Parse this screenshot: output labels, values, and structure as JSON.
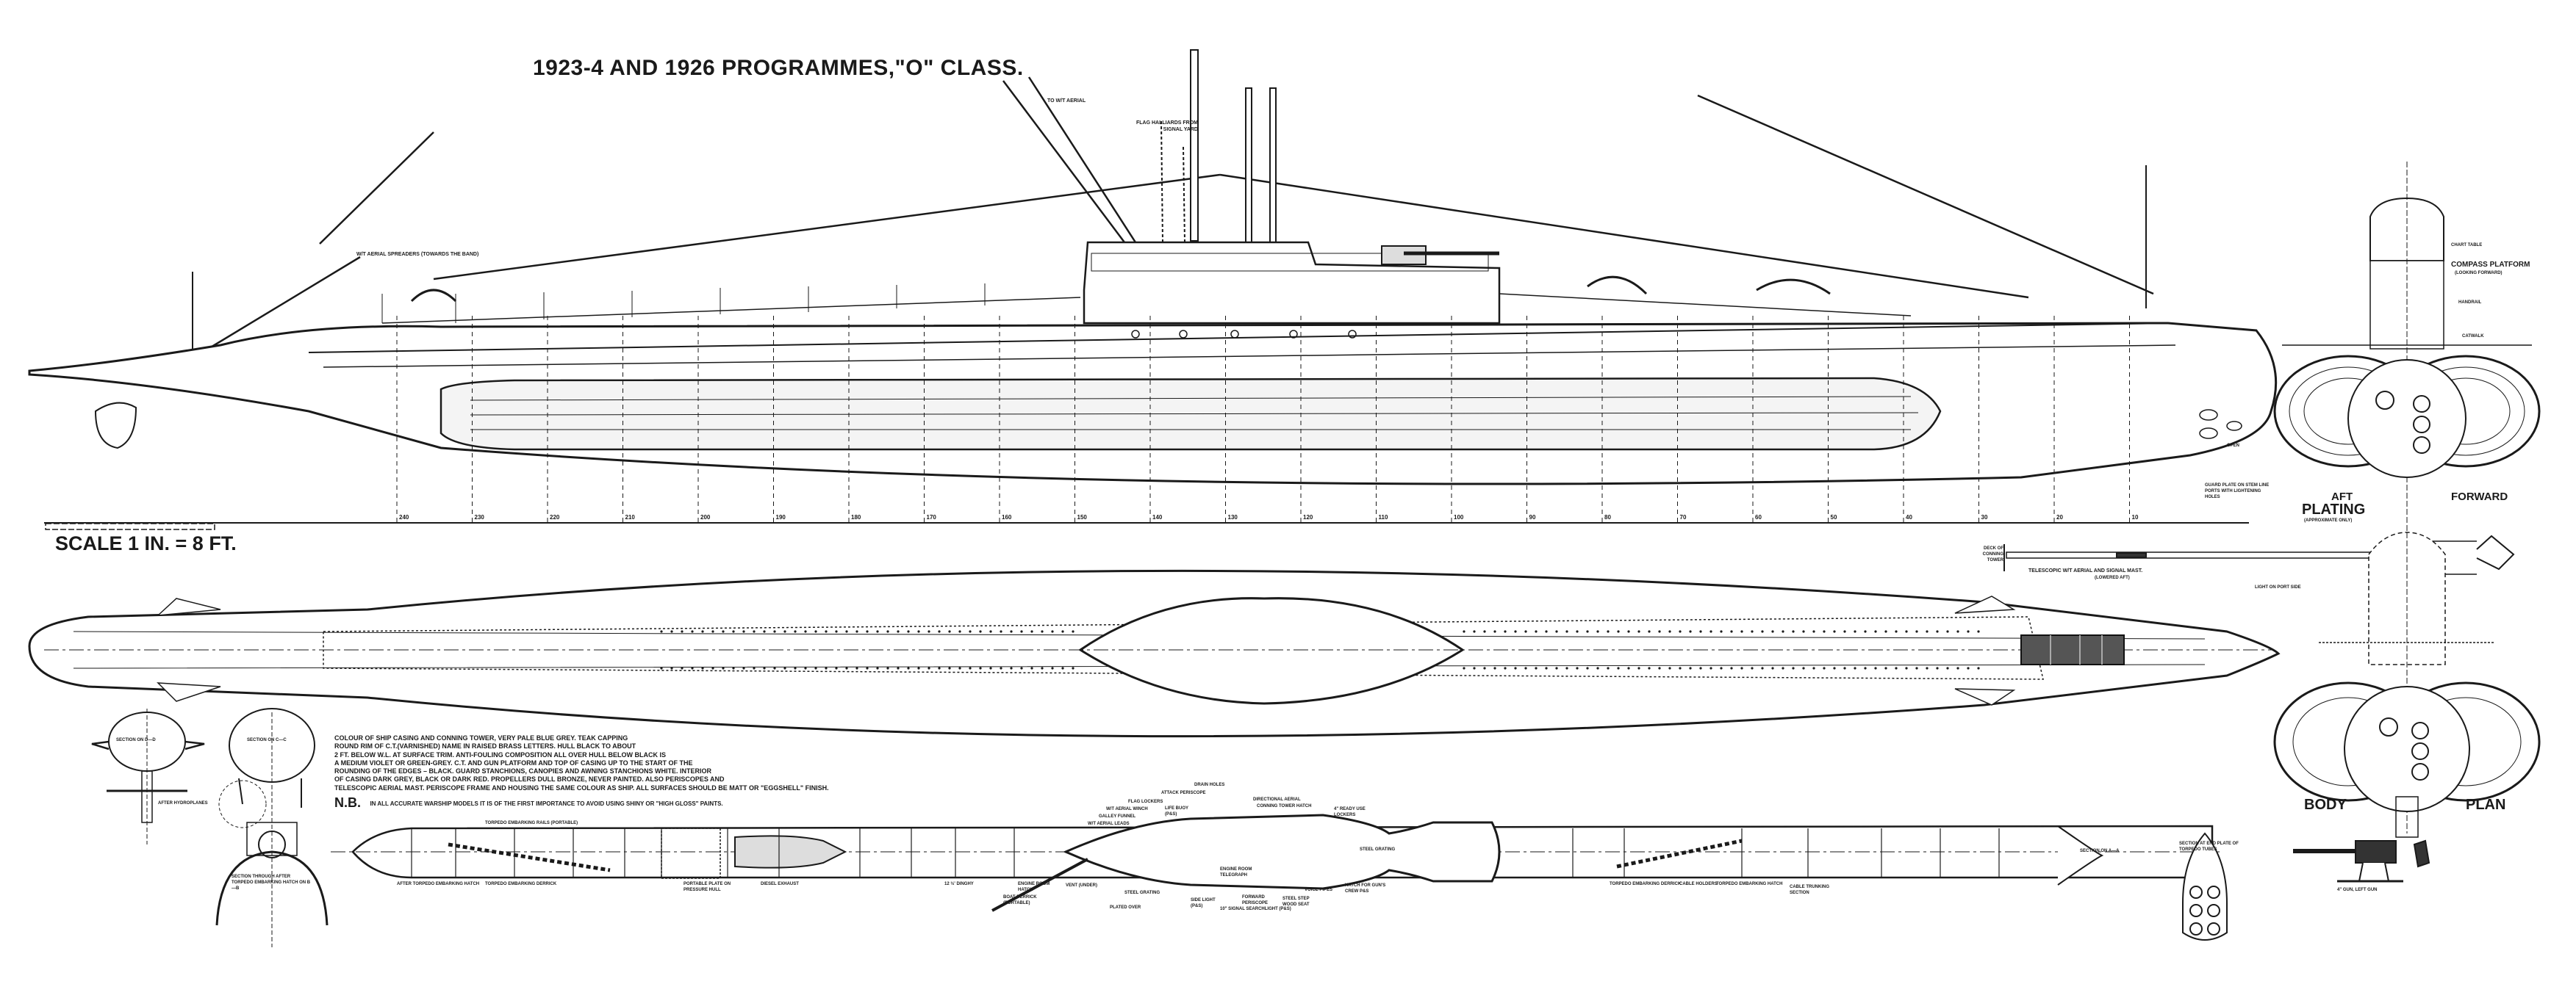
{
  "title": "1923-4 AND 1926 PROGRAMMES,\"O\" CLASS.",
  "scale": "SCALE 1 IN. = 8 FT.",
  "colors": {
    "ink": "#1a1a1a",
    "paper": "#ffffff",
    "hull_fill": "#f4f4f4"
  },
  "stations": [
    "240",
    "230",
    "220",
    "210",
    "200",
    "190",
    "180",
    "170",
    "160",
    "150",
    "140",
    "130",
    "120",
    "110",
    "100",
    "90",
    "80",
    "70",
    "60",
    "50",
    "40",
    "30",
    "20",
    "10"
  ],
  "profile_labels": {
    "wt_aerial_spreaders": "W/T AERIAL SPREADERS (TOWARDS THE BAND)",
    "to_wt_aerial": "TO W/T AERIAL",
    "flag_halliards": "FLAG HALLIARDS FROM SIGNAL YARD",
    "guard_plate": "GUARD PLATE ON STEM LINE PORTS WITH LIGHTENING HOLES",
    "open": "OPEN"
  },
  "mast": {
    "label": "TELESCOPIC W/T AERIAL AND SIGNAL MAST.",
    "sublabel": "(LOWERED AFT)",
    "deck_label": "DECK OF CONNING TOWER",
    "light_label": "LIGHT ON PORT SIDE"
  },
  "end_view": {
    "chart_table": "CHART TABLE",
    "compass_platform": "COMPASS PLATFORM",
    "compass_sub": "(LOOKING FORWARD)",
    "handrail": "HANDRAIL",
    "catwalk": "CATWALK",
    "aft": "AFT",
    "forward": "FORWARD",
    "plating": "PLATING",
    "plating_sub": "(APPROXIMATE ONLY)",
    "body": "BODY",
    "plan": "PLAN"
  },
  "sections": {
    "d_d": "SECTION ON D—D",
    "c_c": "SECTION ON C—C",
    "b_b": "SECTION THROUGH AFTER TORPEDO EMBARKING HATCH ON B—B",
    "after_hydroplanes": "AFTER HYDROPLANES",
    "a_a": "SECTION ON A—A",
    "torpedo_tubes": "SECTION AT END PLATE OF TORPEDO TUBES",
    "gun": "4\" GUN, LEFT GUN"
  },
  "notes": [
    "COLOUR OF SHIP CASING AND CONNING TOWER, VERY PALE BLUE GREY. TEAK CAPPING",
    "ROUND RIM OF C.T.(VARNISHED) NAME IN RAISED BRASS LETTERS. HULL BLACK TO ABOUT",
    "2 FT. BELOW W.L. AT SURFACE TRIM. ANTI-FOULING COMPOSITION ALL OVER HULL BELOW BLACK IS",
    "A MEDIUM VIOLET OR GREEN-GREY. C.T. AND GUN PLATFORM AND TOP OF CASING UP TO THE START OF THE",
    "ROUNDING OF THE EDGES – BLACK. GUARD STANCHIONS, CANOPIES AND AWNING STANCHIONS WHITE. INTERIOR",
    "OF CASING DARK GREY, BLACK OR DARK RED. PROPELLERS DULL BRONZE, NEVER PAINTED. ALSO PERISCOPES AND",
    "TELESCOPIC AERIAL MAST. PERISCOPE FRAME AND HOUSING THE SAME COLOUR AS SHIP. ALL SURFACES SHOULD BE MATT OR \"EGGSHELL\" FINISH."
  ],
  "nb": {
    "head": "N.B.",
    "text": "IN ALL ACCURATE WARSHIP MODELS IT IS OF THE FIRST IMPORTANCE TO AVOID USING SHINY OR \"HIGH GLOSS\" PAINTS."
  },
  "deck_plan_labels": {
    "torpedo_rails": "TORPEDO EMBARKING RAILS (PORTABLE)",
    "after_hatch": "AFTER TORPEDO EMBARKING HATCH",
    "torpedo_derrick": "TORPEDO EMBARKING DERRICK",
    "portable_plate": "PORTABLE PLATE ON PRESSURE HULL",
    "diesel_exhaust": "DIESEL EXHAUST",
    "dinghy": "12 ½' DINGHY",
    "engine_room_hatch": "ENGINE ROOM HATCH",
    "boat_derrick": "BOAT DERRICK (PORTABLE)",
    "vent": "VENT (UNDER)",
    "steel_grating": "STEEL GRATING",
    "plated_over": "PLATED OVER",
    "side_light": "SIDE LIGHT (P&S)",
    "signal_searchlight": "10\" SIGNAL SEARCHLIGHT (P&S)",
    "forward_periscope": "FORWARD PERISCOPE",
    "engine_room_telegraph": "ENGINE ROOM TELEGRAPH",
    "dw_aerial_leads": "W/T AERIAL LEADS",
    "galley_funnel": "GALLEY FUNNEL",
    "wt_aerial_winch": "W/T AERIAL WINCH",
    "flag_lockers": "FLAG LOCKERS",
    "life_buoy": "LIFE BUOY (P&S)",
    "attack_periscope": "ATTACK PERISCOPE",
    "drain_holes": "DRAIN HOLES",
    "directional_aerial": "DIRECTIONAL AERIAL",
    "conning_tower_hatch": "CONNING TOWER HATCH",
    "ready_use_lockers": "4\" READY USE LOCKERS",
    "voice_pipes": "VOICE PIPES",
    "steel_step": "STEEL STEP WOOD SEAT",
    "hatch_gun": "HATCH FOR GUN'S CREW P&S",
    "steel_grating2": "STEEL GRATING",
    "torpedo_derrick_fwd": "TORPEDO EMBARKING DERRICK",
    "cable_holders": "CABLE HOLDERS",
    "torpedo_hatch_fwd": "TORPEDO EMBARKING HATCH",
    "cable_trunk": "CABLE TRUNKING SECTION"
  }
}
